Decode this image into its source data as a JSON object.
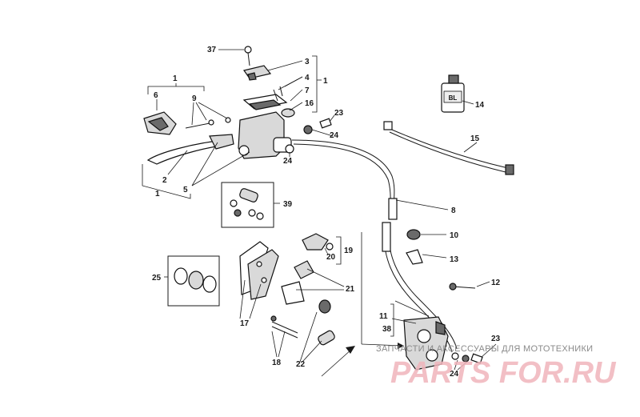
{
  "callouts": {
    "c1a": "1",
    "c1b": "1",
    "c1c": "1",
    "c2": "2",
    "c3": "3",
    "c4": "4",
    "c5": "5",
    "c6": "6",
    "c7": "7",
    "c8": "8",
    "c9": "9",
    "c10": "10",
    "c11": "11",
    "c12": "12",
    "c13": "13",
    "c14": "14",
    "c15": "15",
    "c16": "16",
    "c17": "17",
    "c18": "18",
    "c19": "19",
    "c20": "20",
    "c21": "21",
    "c22": "22",
    "c23a": "23",
    "c23b": "23",
    "c24a": "24",
    "c24b": "24",
    "c24c": "24",
    "c25": "25",
    "c37": "37",
    "c38": "38",
    "c39": "39"
  },
  "bottle_label": "BL",
  "watermark": {
    "caption": "ЗАПЧАСТИ И АКСЕССУАРЫ ДЛЯ МОТОТЕХНИКИ",
    "logo": "PARTS FOR.RU"
  }
}
